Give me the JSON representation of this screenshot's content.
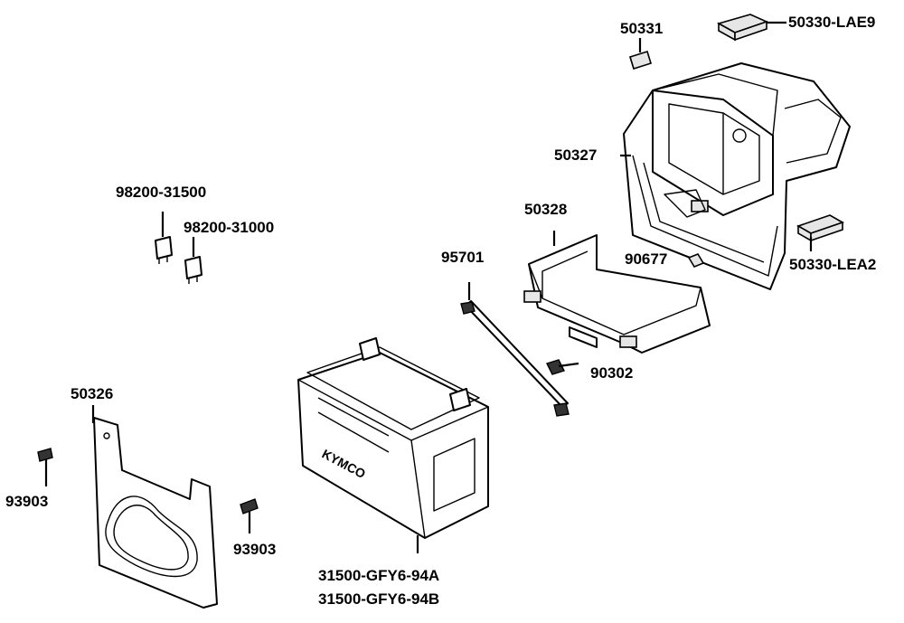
{
  "labels": {
    "p50331": "50331",
    "p50330_lae9": "50330-LAE9",
    "p50327": "50327",
    "p98200_31500": "98200-31500",
    "p98200_31000": "98200-31000",
    "p50328": "50328",
    "p95701": "95701",
    "p90677": "90677",
    "p50330_lea2": "50330-LEA2",
    "p90302": "90302",
    "p50326": "50326",
    "p93903_left": "93903",
    "p93903_right": "93903",
    "p31500_a": "31500-GFY6-94A",
    "p31500_b": "31500-GFY6-94B"
  }
}
